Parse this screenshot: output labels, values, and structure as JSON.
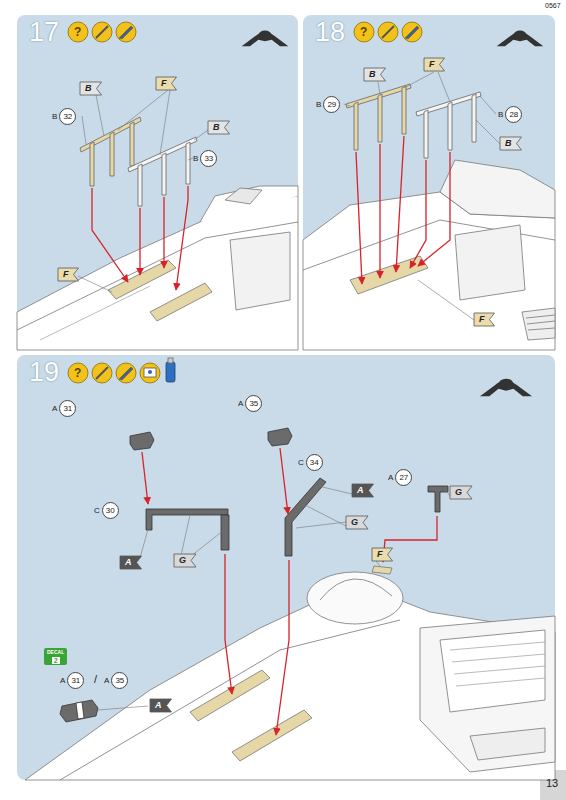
{
  "diagram": {
    "nodes": [
      {
        "text": [
          "17"
        ]
      },
      {
        "text": [
          "B"
        ],
        "in": 0
      },
      {
        "text": [
          "F"
        ],
        "in": 0
      },
      {
        "text": [
          "B"
        ],
        "in": 0
      },
      {
        "text": [
          "B",
          "32"
        ],
        "in": 0
      },
      {
        "text": [
          "B",
          "33"
        ],
        "in": 0
      },
      {
        "text": [
          "F"
        ],
        "in": 0
      },
      {
        "text": [
          "18"
        ]
      },
      {
        "text": [
          "B"
        ],
        "in": 7
      },
      {
        "text": [
          "F"
        ],
        "in": 7
      },
      {
        "text": [
          "B",
          "29"
        ],
        "in": 7
      },
      {
        "text": [
          "B",
          "28"
        ],
        "in": 7
      },
      {
        "text": [
          "B"
        ],
        "in": 7
      },
      {
        "text": [
          "F"
        ],
        "in": 7
      },
      {
        "text": [
          "19"
        ]
      },
      {
        "text": [
          "A",
          "31"
        ],
        "in": 14
      },
      {
        "text": [
          "A",
          "35"
        ],
        "in": 14
      },
      {
        "text": [
          "C",
          "34"
        ],
        "in": 14
      },
      {
        "text": [
          "A",
          "27"
        ],
        "in": 14
      },
      {
        "text": [
          "G"
        ],
        "in": 14
      },
      {
        "text": [
          "C",
          "30"
        ],
        "in": 14
      },
      {
        "text": [
          "A"
        ],
        "in": 14
      },
      {
        "text": [
          "G"
        ],
        "in": 14
      },
      {
        "text": [
          "A"
        ],
        "in": 14
      },
      {
        "text": [
          "G"
        ],
        "in": 14
      },
      {
        "text": [
          "F"
        ],
        "in": 14
      },
      {
        "text": [
          "A",
          "31"
        ],
        "in": 14
      },
      {
        "text": [
          "A",
          "35"
        ],
        "in": 14
      },
      {
        "text": [
          "A"
        ],
        "in": 14
      },
      {
        "text": [
          "DECAL",
          "2"
        ],
        "in": 14
      }
    ],
    "labels": [
      "?",
      "?",
      "?",
      "/",
      "0567",
      "13"
    ]
  }
}
